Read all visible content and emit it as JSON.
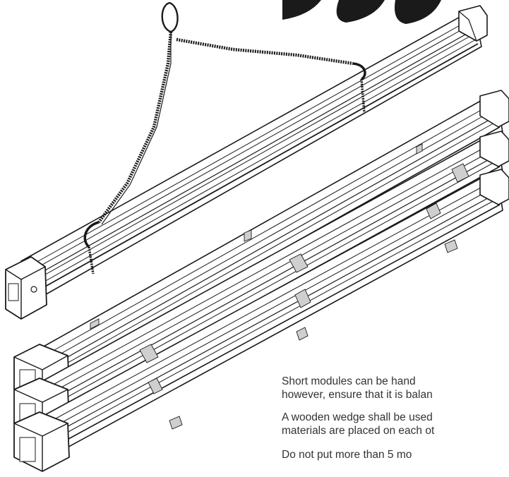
{
  "colors": {
    "ink": "#1a1a1a",
    "text": "#333333",
    "wood": "#cfcfcf",
    "background": "#ffffff"
  },
  "illustration": {
    "icon": "module-handling-diagram"
  },
  "paragraphs": [
    {
      "line1": "Short modules can be hand",
      "line2": "however, ensure that it is balan"
    },
    {
      "line1": "A wooden wedge shall be used",
      "line2": "materials are placed on each ot"
    },
    {
      "line1": "Do not put more than 5 mo"
    }
  ]
}
